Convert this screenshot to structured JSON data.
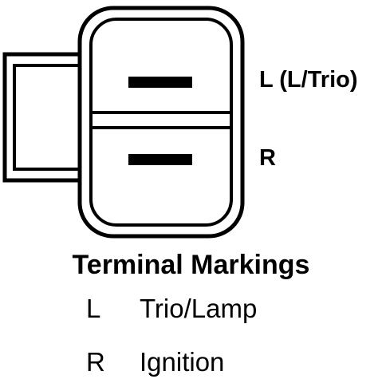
{
  "terminals": {
    "top_label": "L (L/Trio)",
    "bottom_label": "R"
  },
  "legend": {
    "title": "Terminal Markings",
    "rows": [
      {
        "code": "L",
        "description": "Trio/Lamp"
      },
      {
        "code": "R",
        "description": "Ignition"
      }
    ]
  },
  "colors": {
    "line": "#000000",
    "background": "#ffffff"
  }
}
